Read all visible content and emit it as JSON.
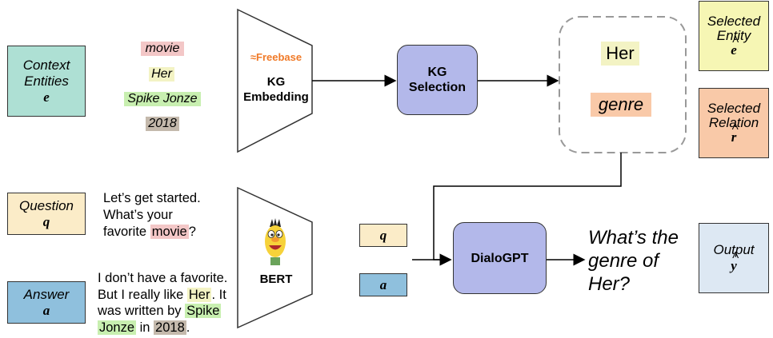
{
  "context_box": {
    "line1": "Context",
    "line2": "Entities",
    "symbol": "e"
  },
  "question_box": {
    "label": "Question",
    "symbol": "q"
  },
  "answer_box": {
    "label": "Answer",
    "symbol": "a"
  },
  "entities": [
    "movie",
    "Her",
    "Spike Jonze",
    "2018"
  ],
  "kg_embedding": {
    "logo": "Freebase",
    "line1": "KG",
    "line2": "Embedding"
  },
  "bert": {
    "label": "BERT"
  },
  "kg_selection": {
    "line1": "KG",
    "line2": "Selection"
  },
  "selection_output": {
    "entity": "Her",
    "relation": "genre"
  },
  "selected_entity_box": {
    "line1": "Selected",
    "line2": "Entity",
    "symbol": "e"
  },
  "selected_relation_box": {
    "line1": "Selected",
    "line2": "Relation",
    "symbol": "r"
  },
  "question_text": {
    "t1": "Let’s get started.",
    "t2": "What’s your",
    "t3": "favorite ",
    "t4": "movie",
    "t5": "?"
  },
  "answer_text": {
    "t1": "I don’t have a favorite.",
    "t2": "But I really like ",
    "t3": "Her",
    "t4": ". It",
    "t5": "was written by ",
    "t6": "Spike",
    "t7": "Jonze",
    "t8": " in ",
    "t9": "2018",
    "t10": "."
  },
  "q_token": "q",
  "a_token": "a",
  "dialogpt": {
    "label": "DialoGPT"
  },
  "generated": {
    "line1": "What’s the",
    "line2": "genre of",
    "line3": "Her?"
  },
  "output_box": {
    "label": "Output",
    "symbol": "y"
  },
  "colors": {
    "context": "#aee0d4",
    "question": "#fbecc8",
    "answer": "#8fc0dd",
    "movie": "#f3c7c7",
    "her": "#f3f3c4",
    "spike": "#c8efb0",
    "year": "#c4b9ac",
    "kg_selection": "#b3b8ea",
    "selected_entity": "#f6f6b4",
    "selected_relation": "#f9c9a8",
    "output": "#dde8f3",
    "freebase": "#f07a28"
  }
}
